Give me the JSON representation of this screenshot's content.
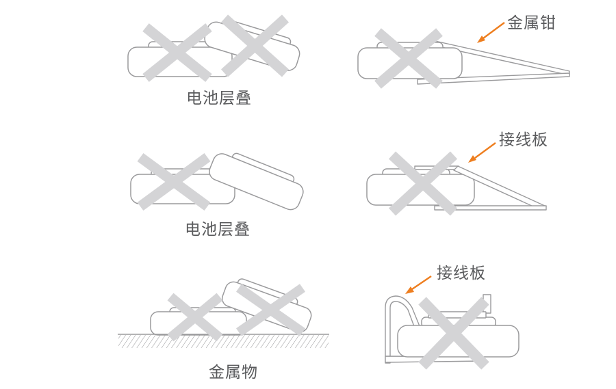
{
  "page": {
    "background": "#ffffff"
  },
  "colors": {
    "page_background": "#ffffff",
    "outline": "#9a9a9c",
    "cross": "#d4d4d6",
    "label_text": "#595a5c",
    "accent_orange": "#ee7e1f"
  },
  "panels": [
    {
      "id": "battery-stack-top",
      "label": "电池层叠"
    },
    {
      "id": "metal-pliers",
      "label": "金属钳"
    },
    {
      "id": "battery-stack-middle",
      "label": "电池层叠"
    },
    {
      "id": "terminal-strip-leaning",
      "label": "接线板"
    },
    {
      "id": "metal-object-surface",
      "label": "金属物"
    },
    {
      "id": "terminal-strip-wrapped",
      "label": "接线板"
    }
  ]
}
